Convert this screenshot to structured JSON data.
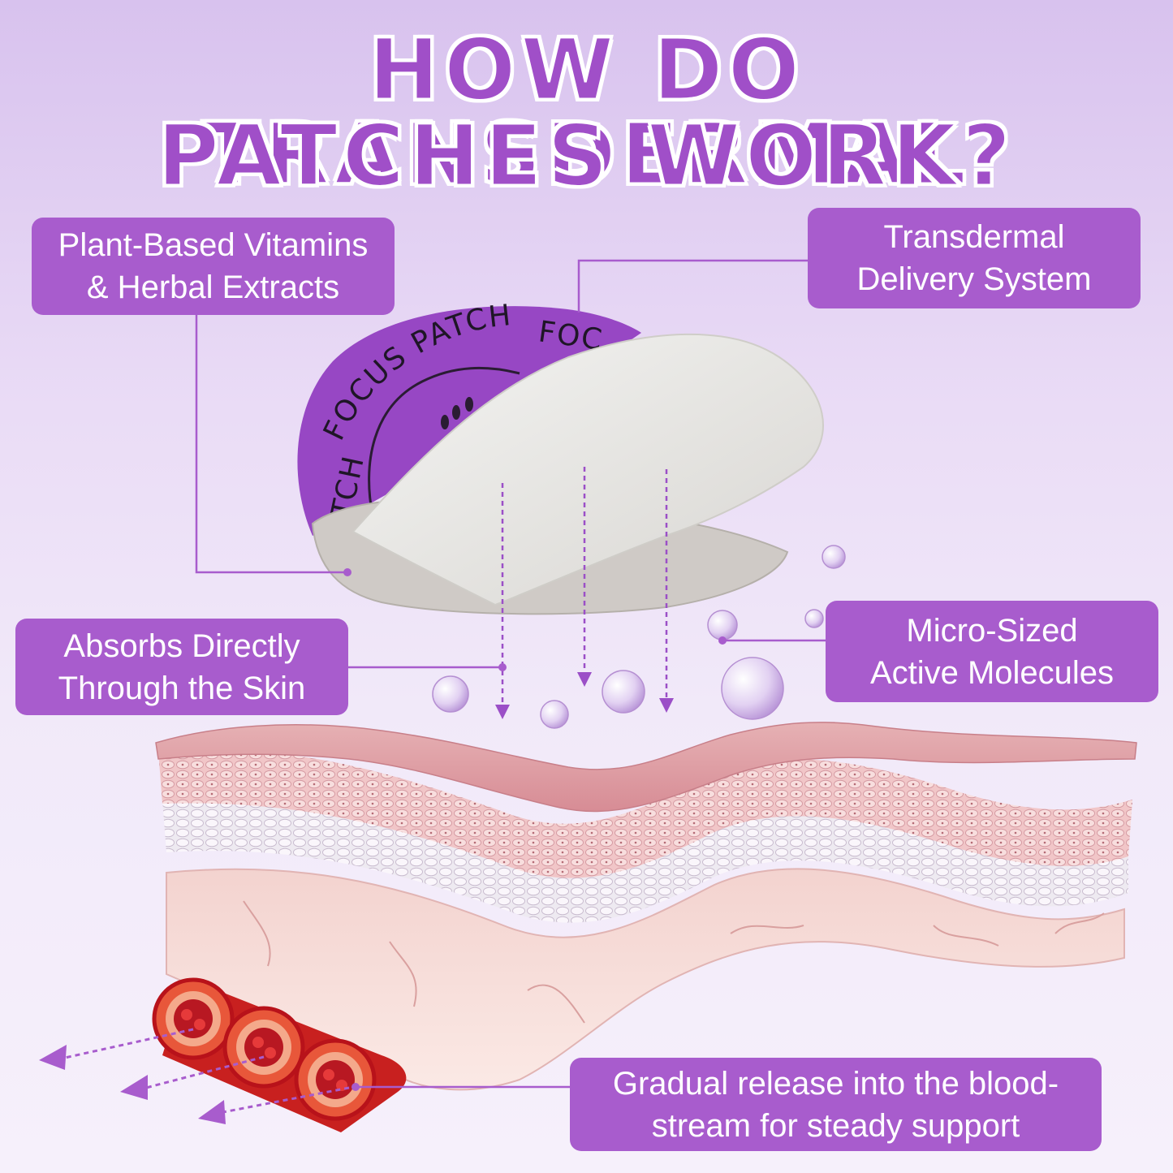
{
  "title": {
    "line1": "HOW DO TRANSDERMAL",
    "line2": "PATCHES WORK?"
  },
  "patch_text": {
    "arc_main": "FOCUS PATCH",
    "arc_right": "FOC",
    "arc_left": "TCH"
  },
  "labels": {
    "plant_based": {
      "line1": "Plant-Based Vitamins",
      "line2": "& Herbal Extracts"
    },
    "transdermal_delivery": {
      "line1": "Transdermal",
      "line2": "Delivery System"
    },
    "absorbs": {
      "line1": "Absorbs Directly",
      "line2": "Through the Skin"
    },
    "micro_sized": {
      "line1": "Micro-Sized",
      "line2": "Active Molecules"
    },
    "gradual_release": {
      "line1": "Gradual release into the blood-",
      "line2": "stream for steady support"
    }
  },
  "colors": {
    "accent": "#a85ccd",
    "title": "#a04fc8",
    "patch_purple": "#9747c4",
    "skin_pink": "#e8a9b0",
    "vessel_red": "#c8201f"
  }
}
